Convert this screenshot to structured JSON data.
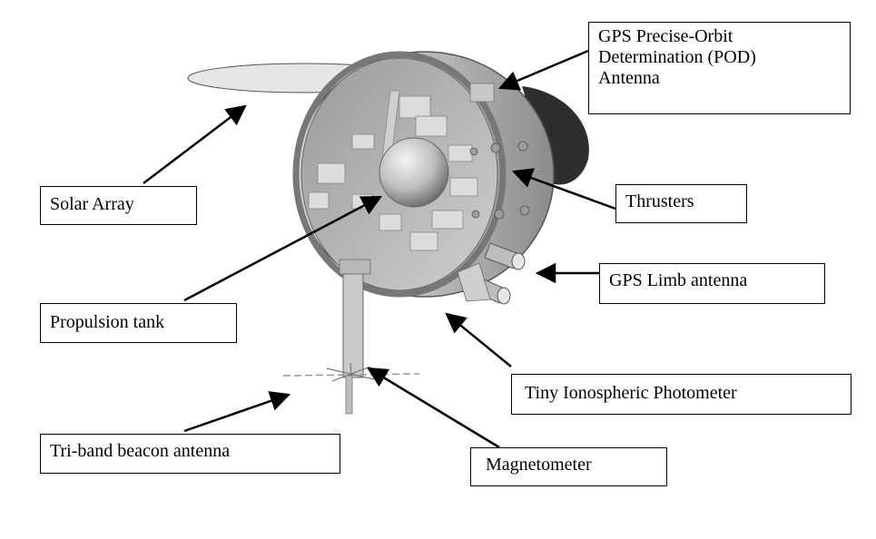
{
  "labels": {
    "gps_pod": [
      "GPS Precise-Orbit",
      "Determination (POD)",
      "Antenna"
    ],
    "solar_array": "Solar Array",
    "thrusters": "Thrusters",
    "gps_limb": "GPS Limb antenna",
    "propulsion_tank": "Propulsion tank",
    "photometer": "Tiny Ionospheric Photometer",
    "beacon": "Tri-band beacon antenna",
    "magnetometer": "Magnetometer"
  },
  "colors": {
    "line": "#000000",
    "body_light": "#e2e2e2",
    "body_mid": "#b4b4b4",
    "body_dark": "#7a7a7a",
    "shadow": "#2a2a2a"
  }
}
